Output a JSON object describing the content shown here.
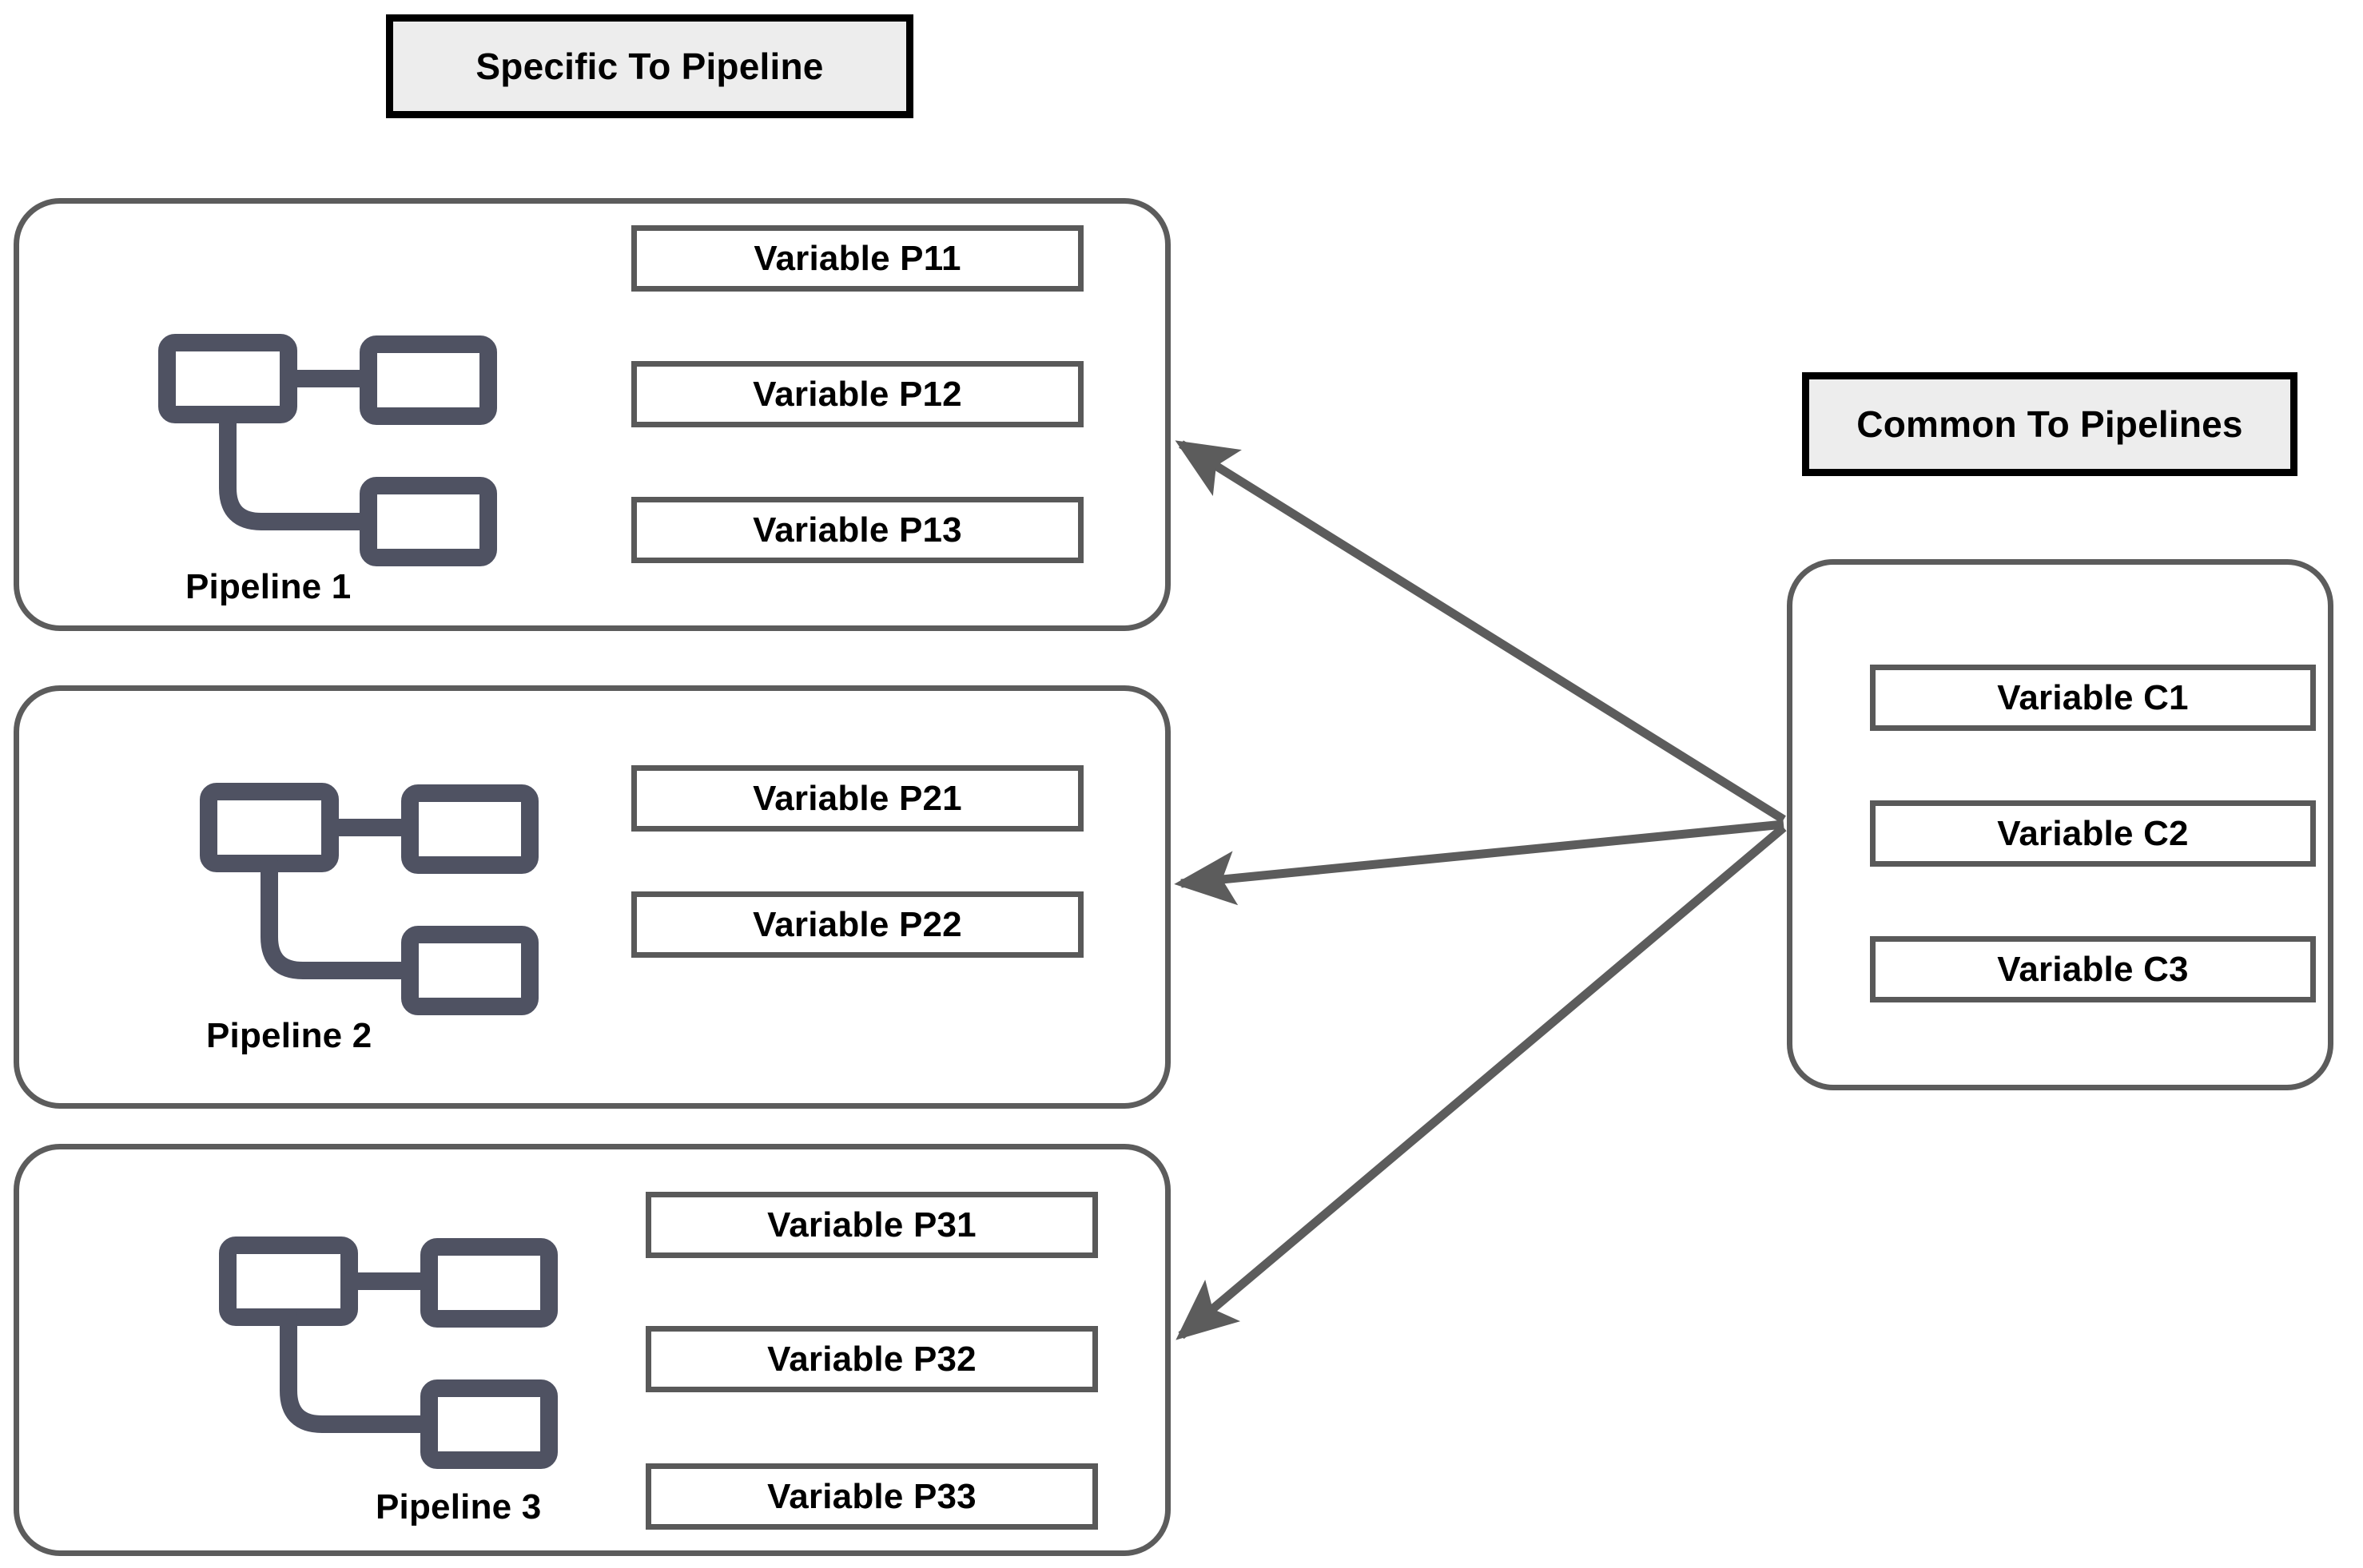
{
  "legends": {
    "specific": {
      "label": "Specific To Pipeline"
    },
    "common": {
      "label": "Common To Pipelines"
    }
  },
  "colors": {
    "legend_fill": "#EDEDED",
    "legend_border": "#000000",
    "group_border": "#5C5C5C",
    "variable_border": "#595959",
    "variable_fill": "#FFFFFF",
    "icon_stroke": "#4F5262",
    "arrow_stroke": "#5C5C5C",
    "text": "#000000",
    "page_background": "#FFFFFF"
  },
  "pipelines": [
    {
      "caption": "Pipeline 1",
      "icon_name": "pipeline-icon",
      "variables": [
        {
          "label": "Variable P11"
        },
        {
          "label": "Variable P12"
        },
        {
          "label": "Variable P13"
        }
      ]
    },
    {
      "caption": "Pipeline 2",
      "icon_name": "pipeline-icon",
      "variables": [
        {
          "label": "Variable P21"
        },
        {
          "label": "Variable P22"
        }
      ]
    },
    {
      "caption": "Pipeline 3",
      "icon_name": "pipeline-icon",
      "variables": [
        {
          "label": "Variable P31"
        },
        {
          "label": "Variable P32"
        },
        {
          "label": "Variable P33"
        }
      ]
    }
  ],
  "common_group": {
    "variables": [
      {
        "label": "Variable C1"
      },
      {
        "label": "Variable C2"
      },
      {
        "label": "Variable C3"
      }
    ]
  },
  "arrows": [
    {
      "from": "common-group",
      "to": "pipeline-1",
      "direction": "left"
    },
    {
      "from": "common-group",
      "to": "pipeline-2",
      "direction": "left"
    },
    {
      "from": "common-group",
      "to": "pipeline-3",
      "direction": "left"
    }
  ]
}
